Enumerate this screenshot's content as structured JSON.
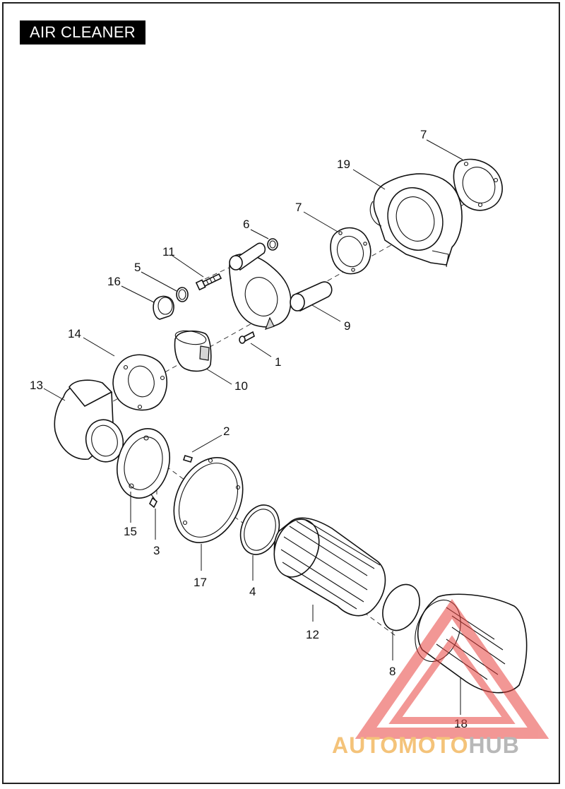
{
  "title": "AIR CLEANER",
  "callouts": [
    "1",
    "2",
    "3",
    "4",
    "5",
    "6",
    "7",
    "7",
    "8",
    "9",
    "10",
    "11",
    "12",
    "13",
    "14",
    "15",
    "16",
    "17",
    "18",
    "19"
  ],
  "watermark": {
    "part1": "AUTOMOTO",
    "part2": "HUB"
  },
  "colors": {
    "frame": "#222222",
    "title_bg": "#000000",
    "title_fg": "#ffffff",
    "watermark_red": "#e8433f",
    "watermark_orange": "#f4c37a",
    "watermark_gray": "#b8b8b8"
  }
}
